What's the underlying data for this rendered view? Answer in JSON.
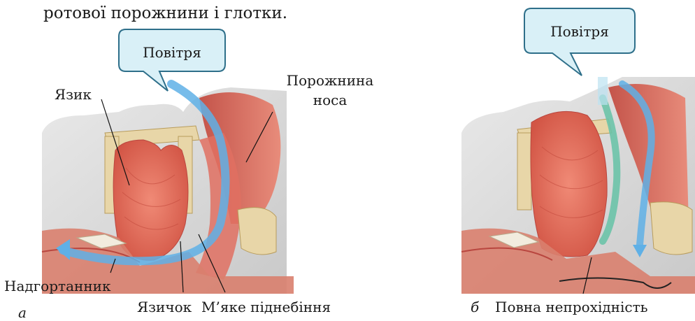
{
  "intro_line": "ротової порожнини і глотки.",
  "figure_a": {
    "letter": "а",
    "bubble": "Повітря",
    "labels": {
      "tongue": "Язик",
      "nasal_cavity_line1": "Порожнина",
      "nasal_cavity_line2": "носа",
      "epiglottis": "Надгортанник",
      "uvula": "Язичок",
      "soft_palate": "М’яке піднебіння"
    }
  },
  "figure_b": {
    "letter": "б",
    "bubble": "Повітря",
    "labels": {
      "obstruction": "Повна непрохідність"
    }
  },
  "colors": {
    "bubble_fill": "#d9f0f7",
    "bubble_stroke": "#2e6f8a",
    "airflow_blue": "#5fb0e6",
    "airflow_teal": "#6cc3a8",
    "tissue_red": "#e46a5e",
    "tissue_deep": "#b9463f",
    "bone": "#e8d6a8",
    "skin_gray": "#d8d8d8"
  }
}
